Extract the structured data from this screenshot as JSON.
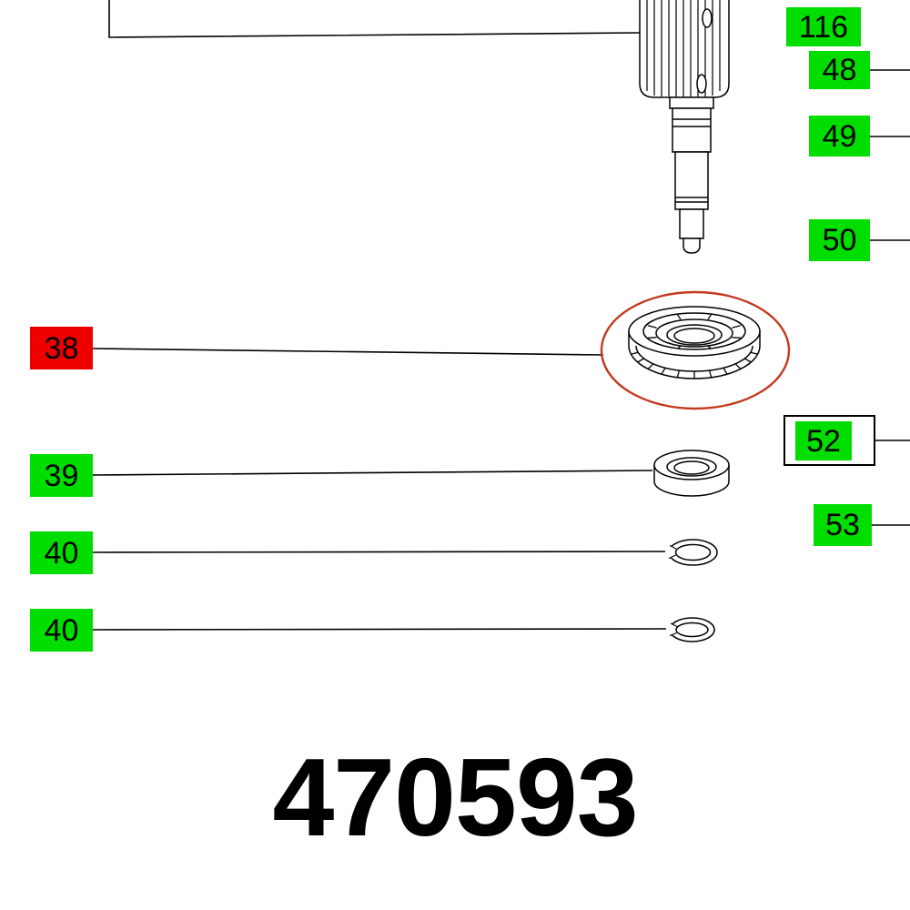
{
  "part_number": "470593",
  "labels": {
    "l116": "116",
    "l48": "48",
    "l49": "49",
    "l50": "50",
    "l38": "38",
    "l39": "39",
    "l40a": "40",
    "l40b": "40",
    "l52": "52",
    "l53": "53"
  },
  "selected_label": "38",
  "colors": {
    "label_green": "#00de00",
    "label_selected_red": "#ee0000",
    "highlight_circle": "#c43a1e",
    "line": "#000000",
    "background": "#ffffff"
  }
}
